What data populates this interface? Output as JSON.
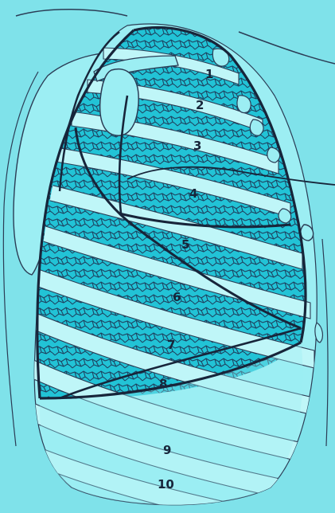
{
  "figure": {
    "colors": {
      "background": "#7fe2ea",
      "skin": "#9ceef3",
      "lung_tissue": "#22c3d6",
      "rib_fill": "#bff6f8",
      "outline": "#17253a",
      "thin_line": "#2b3c55"
    },
    "rib_labels": [
      "1",
      "2",
      "3",
      "4",
      "5",
      "6",
      "7",
      "8",
      "9",
      "10"
    ]
  }
}
